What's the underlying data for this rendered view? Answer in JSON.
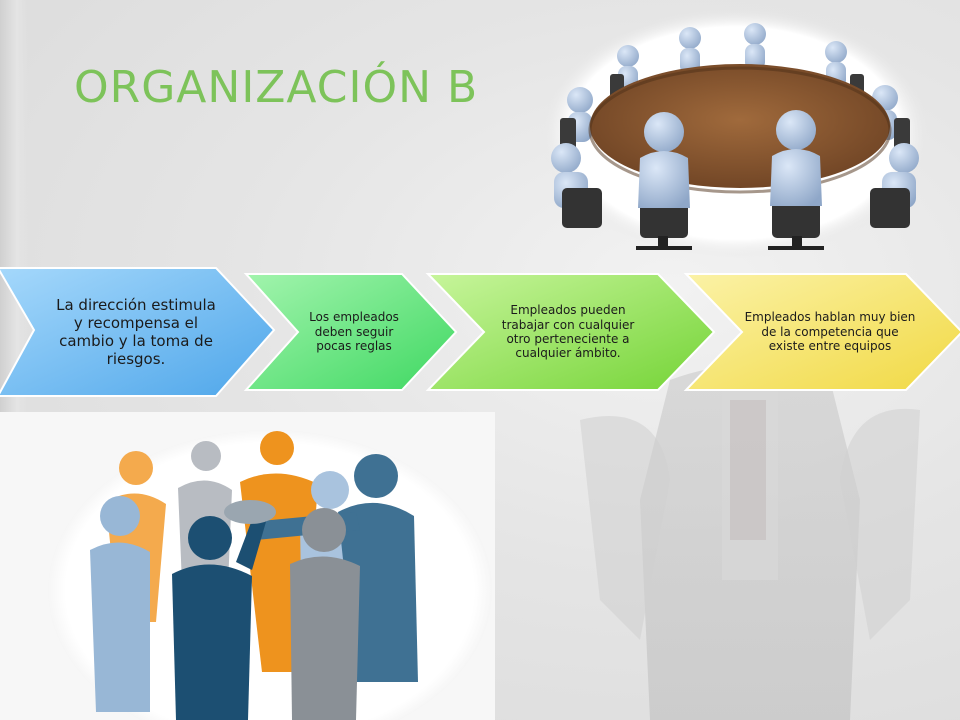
{
  "slide": {
    "title": "ORGANIZACIÓN B"
  },
  "process": {
    "steps": [
      {
        "text": "La dirección estimula y recompensa el cambio  y la toma de riesgos.",
        "color": "#6fb8f2"
      },
      {
        "text": "Los empleados deben seguir pocas reglas",
        "color": "#5fe87a"
      },
      {
        "text": "Empleados pueden trabajar con cualquier otro perteneciente a cualquier ámbito.",
        "color": "#8ee053"
      },
      {
        "text": "Empleados hablan muy bien de la competencia que existe entre equipos",
        "color": "#f5e46a"
      }
    ]
  },
  "images": {
    "meeting": {
      "icon": "round-table-meeting-illustration"
    },
    "team": {
      "icon": "team-unity-hands-illustration"
    }
  },
  "colors": {
    "title": "#7dc35a",
    "background": "#e6e6e6"
  }
}
